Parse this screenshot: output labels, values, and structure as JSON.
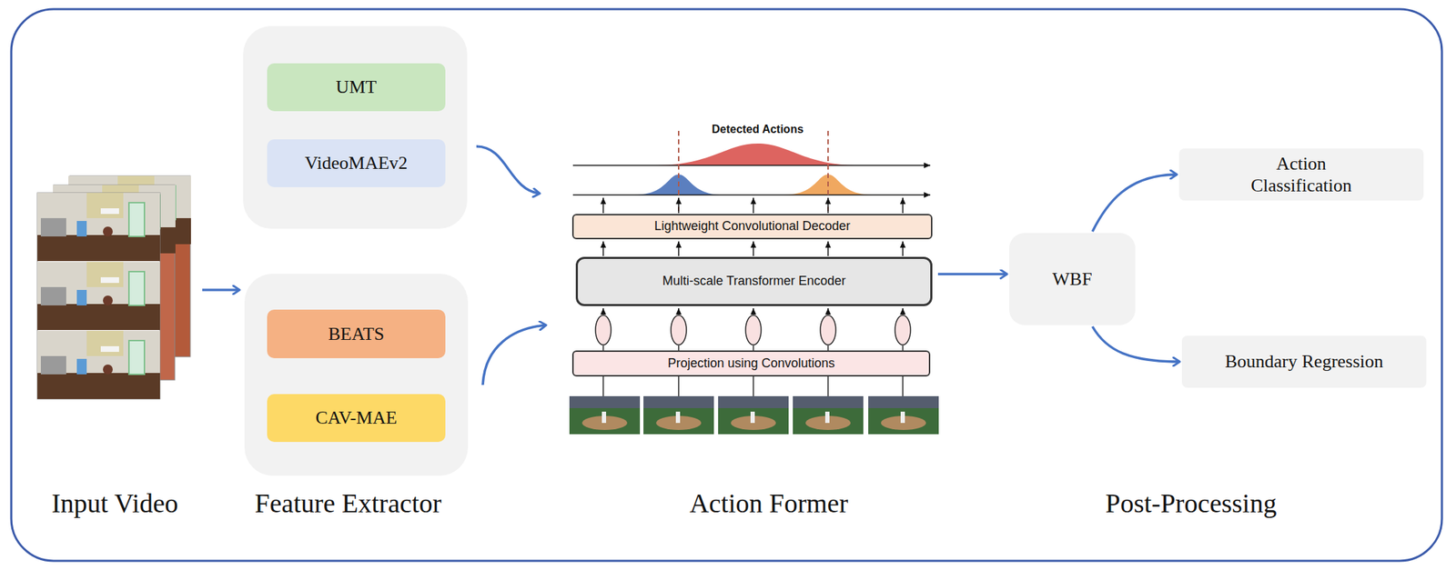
{
  "diagram": {
    "nodes": [
      {
        "text": []
      },
      {
        "text": [
          "UMT"
        ],
        "in": 0
      },
      {
        "text": [
          "VideoMAEv2"
        ],
        "in": 0
      },
      {
        "text": []
      },
      {
        "text": [
          "BEATS"
        ],
        "in": 3
      },
      {
        "text": [
          "CAV-MAE"
        ],
        "in": 3
      },
      {
        "text": [
          "Lightweight Convolutional Decoder"
        ]
      },
      {
        "text": [
          "Multi-scale Transformer Encoder"
        ]
      },
      {
        "text": [
          "Projection using Convolutions"
        ]
      },
      {
        "text": [
          "WBF"
        ]
      },
      {
        "text": [
          "Action Classification"
        ]
      },
      {
        "text": [
          "Boundary Regression"
        ]
      }
    ],
    "edges": [
      {
        "from": 7,
        "to": 9,
        "arrow": "to"
      },
      {
        "from": 9,
        "to": 10,
        "arrow": "to"
      },
      {
        "from": 9,
        "to": 11,
        "arrow": "to"
      }
    ],
    "labels": [
      "Input Video",
      "Feature Extractor",
      "Detected Actions",
      "Action Former",
      "Post-Processing"
    ]
  }
}
